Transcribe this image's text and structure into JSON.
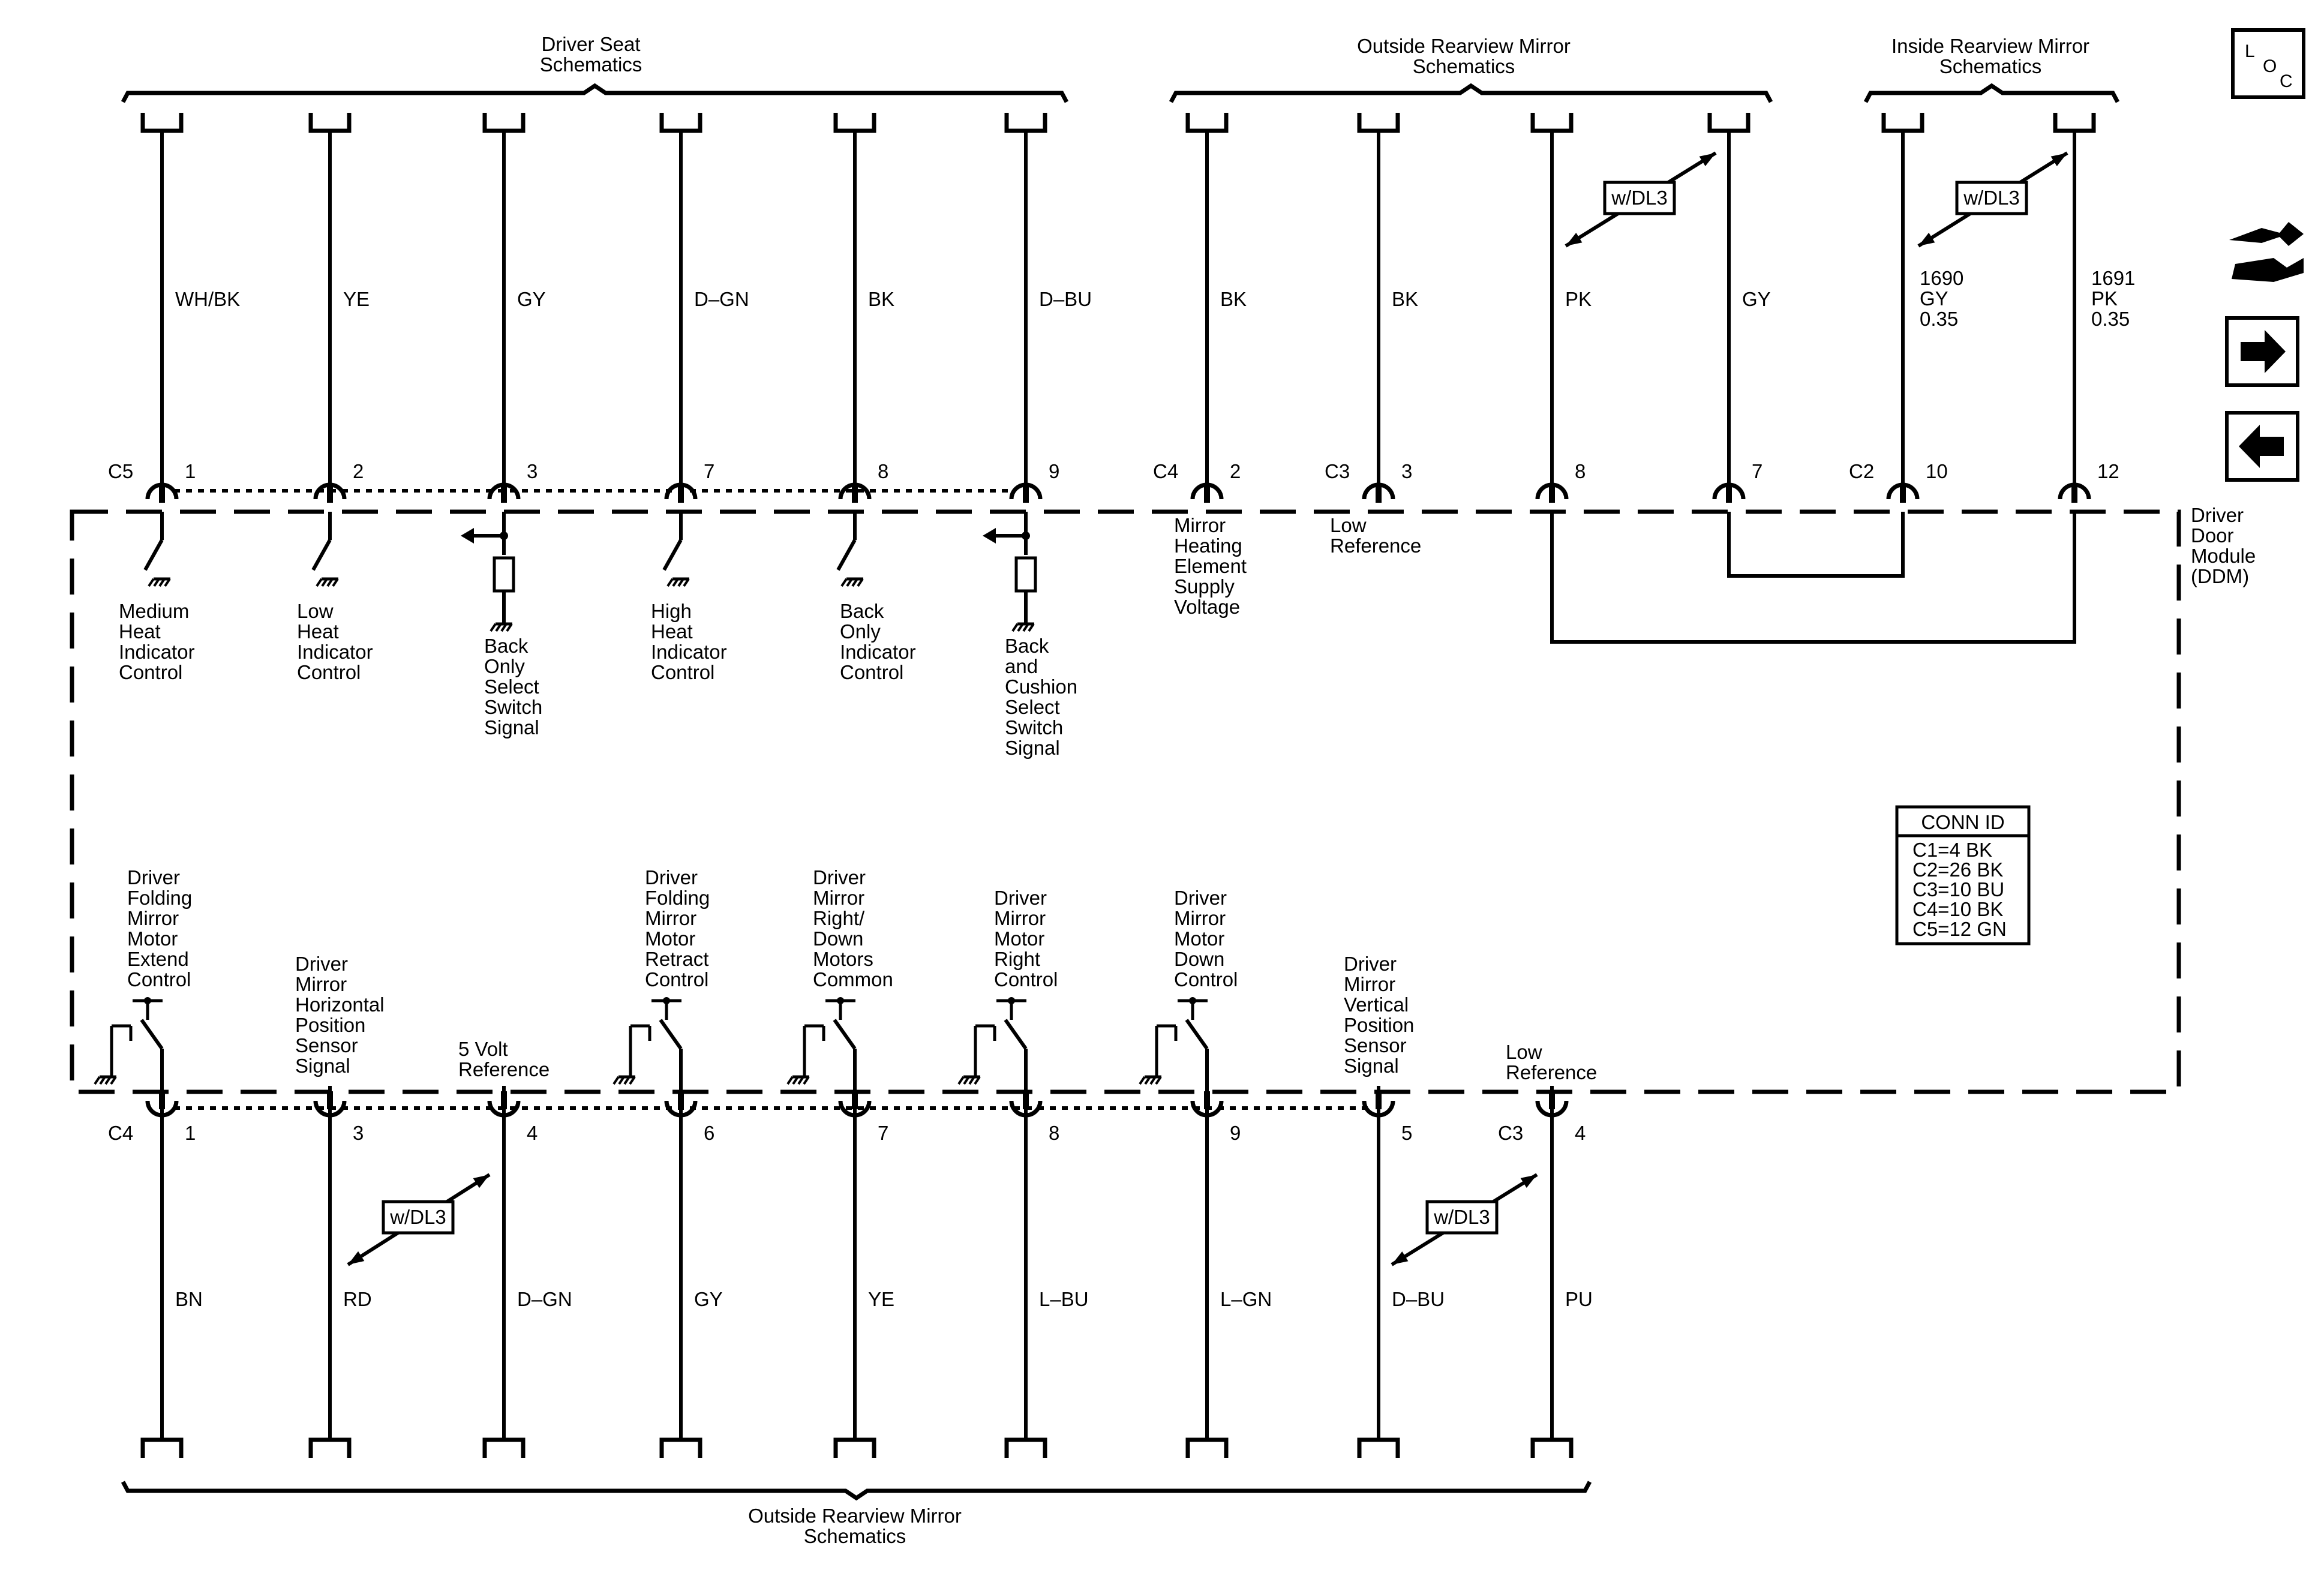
{
  "headers": {
    "driver_seat": [
      "Driver Seat",
      "Schematics"
    ],
    "outside_mirror_top": [
      "Outside Rearview Mirror",
      "Schematics"
    ],
    "inside_mirror": [
      "Inside Rearview Mirror",
      "Schematics"
    ],
    "outside_mirror_bottom": [
      "Outside Rearview Mirror",
      "Schematics"
    ]
  },
  "module_label": [
    "Driver",
    "Door",
    "Module",
    "(DDM)"
  ],
  "option_tag": "w/DL3",
  "conn_id": {
    "title": "CONN ID",
    "rows": [
      "C1=4 BK",
      "C2=26 BK",
      "C3=10 BU",
      "C4=10 BK",
      "C5=12 GN"
    ]
  },
  "top_wires": [
    {
      "connector": "C5",
      "pin": "1",
      "color": "WH/BK",
      "circuit": [
        "Medium",
        "Heat",
        "Indicator",
        "Control"
      ]
    },
    {
      "connector": "",
      "pin": "2",
      "color": "YE",
      "circuit": [
        "Low",
        "Heat",
        "Indicator",
        "Control"
      ]
    },
    {
      "connector": "",
      "pin": "3",
      "color": "GY",
      "circuit": [
        "Back",
        "Only",
        "Select",
        "Switch",
        "Signal"
      ]
    },
    {
      "connector": "",
      "pin": "7",
      "color": "D–GN",
      "circuit": [
        "High",
        "Heat",
        "Indicator",
        "Control"
      ]
    },
    {
      "connector": "",
      "pin": "8",
      "color": "BK",
      "circuit": [
        "Back",
        "Only",
        "Indicator",
        "Control"
      ]
    },
    {
      "connector": "",
      "pin": "9",
      "color": "D–BU",
      "circuit": [
        "Back",
        "and",
        "Cushion",
        "Select",
        "Switch",
        "Signal"
      ]
    },
    {
      "connector": "C4",
      "pin": "2",
      "color": "BK",
      "circuit": [
        "Mirror",
        "Heating",
        "Element",
        "Supply",
        "Voltage"
      ]
    },
    {
      "connector": "C3",
      "pin": "3",
      "color": "BK",
      "circuit": [
        "Low",
        "Reference"
      ]
    },
    {
      "connector": "",
      "pin": "8",
      "color": "PK",
      "circuit": []
    },
    {
      "connector": "",
      "pin": "7",
      "color": "GY",
      "circuit": []
    },
    {
      "connector": "C2",
      "pin": "10",
      "color": [
        "1690",
        "GY",
        "0.35"
      ],
      "circuit": []
    },
    {
      "connector": "",
      "pin": "12",
      "color": [
        "1691",
        "PK",
        "0.35"
      ],
      "circuit": []
    }
  ],
  "bottom_wires": [
    {
      "connector": "C4",
      "pin": "1",
      "color": "BN",
      "circuit": [
        "Driver",
        "Folding",
        "Mirror",
        "Motor",
        "Extend",
        "Control"
      ]
    },
    {
      "connector": "",
      "pin": "3",
      "color": "RD",
      "circuit": [
        "Driver",
        "Mirror",
        "Horizontal",
        "Position",
        "Sensor",
        "Signal"
      ]
    },
    {
      "connector": "",
      "pin": "4",
      "color": "D–GN",
      "circuit": [
        "5 Volt",
        "Reference"
      ]
    },
    {
      "connector": "",
      "pin": "6",
      "color": "GY",
      "circuit": [
        "Driver",
        "Folding",
        "Mirror",
        "Motor",
        "Retract",
        "Control"
      ]
    },
    {
      "connector": "",
      "pin": "7",
      "color": "YE",
      "circuit": [
        "Driver",
        "Mirror",
        "Right/",
        "Down",
        "Motors",
        "Common"
      ]
    },
    {
      "connector": "",
      "pin": "8",
      "color": "L–BU",
      "circuit": [
        "Driver",
        "Mirror",
        "Motor",
        "Right",
        "Control"
      ]
    },
    {
      "connector": "",
      "pin": "9",
      "color": "L–GN",
      "circuit": [
        "Driver",
        "Mirror",
        "Motor",
        "Down",
        "Control"
      ]
    },
    {
      "connector": "",
      "pin": "5",
      "color": "D–BU",
      "circuit": [
        "Driver",
        "Mirror",
        "Vertical",
        "Position",
        "Sensor",
        "Signal"
      ]
    },
    {
      "connector": "C3",
      "pin": "4",
      "color": "PU",
      "circuit": [
        "Low",
        "Reference"
      ]
    }
  ],
  "nav": {
    "loc_letters": [
      "L",
      "O",
      "C"
    ],
    "icons": [
      "component-locator-icon",
      "harness-connector-icon",
      "next-page-arrow-icon",
      "previous-page-arrow-icon"
    ]
  }
}
